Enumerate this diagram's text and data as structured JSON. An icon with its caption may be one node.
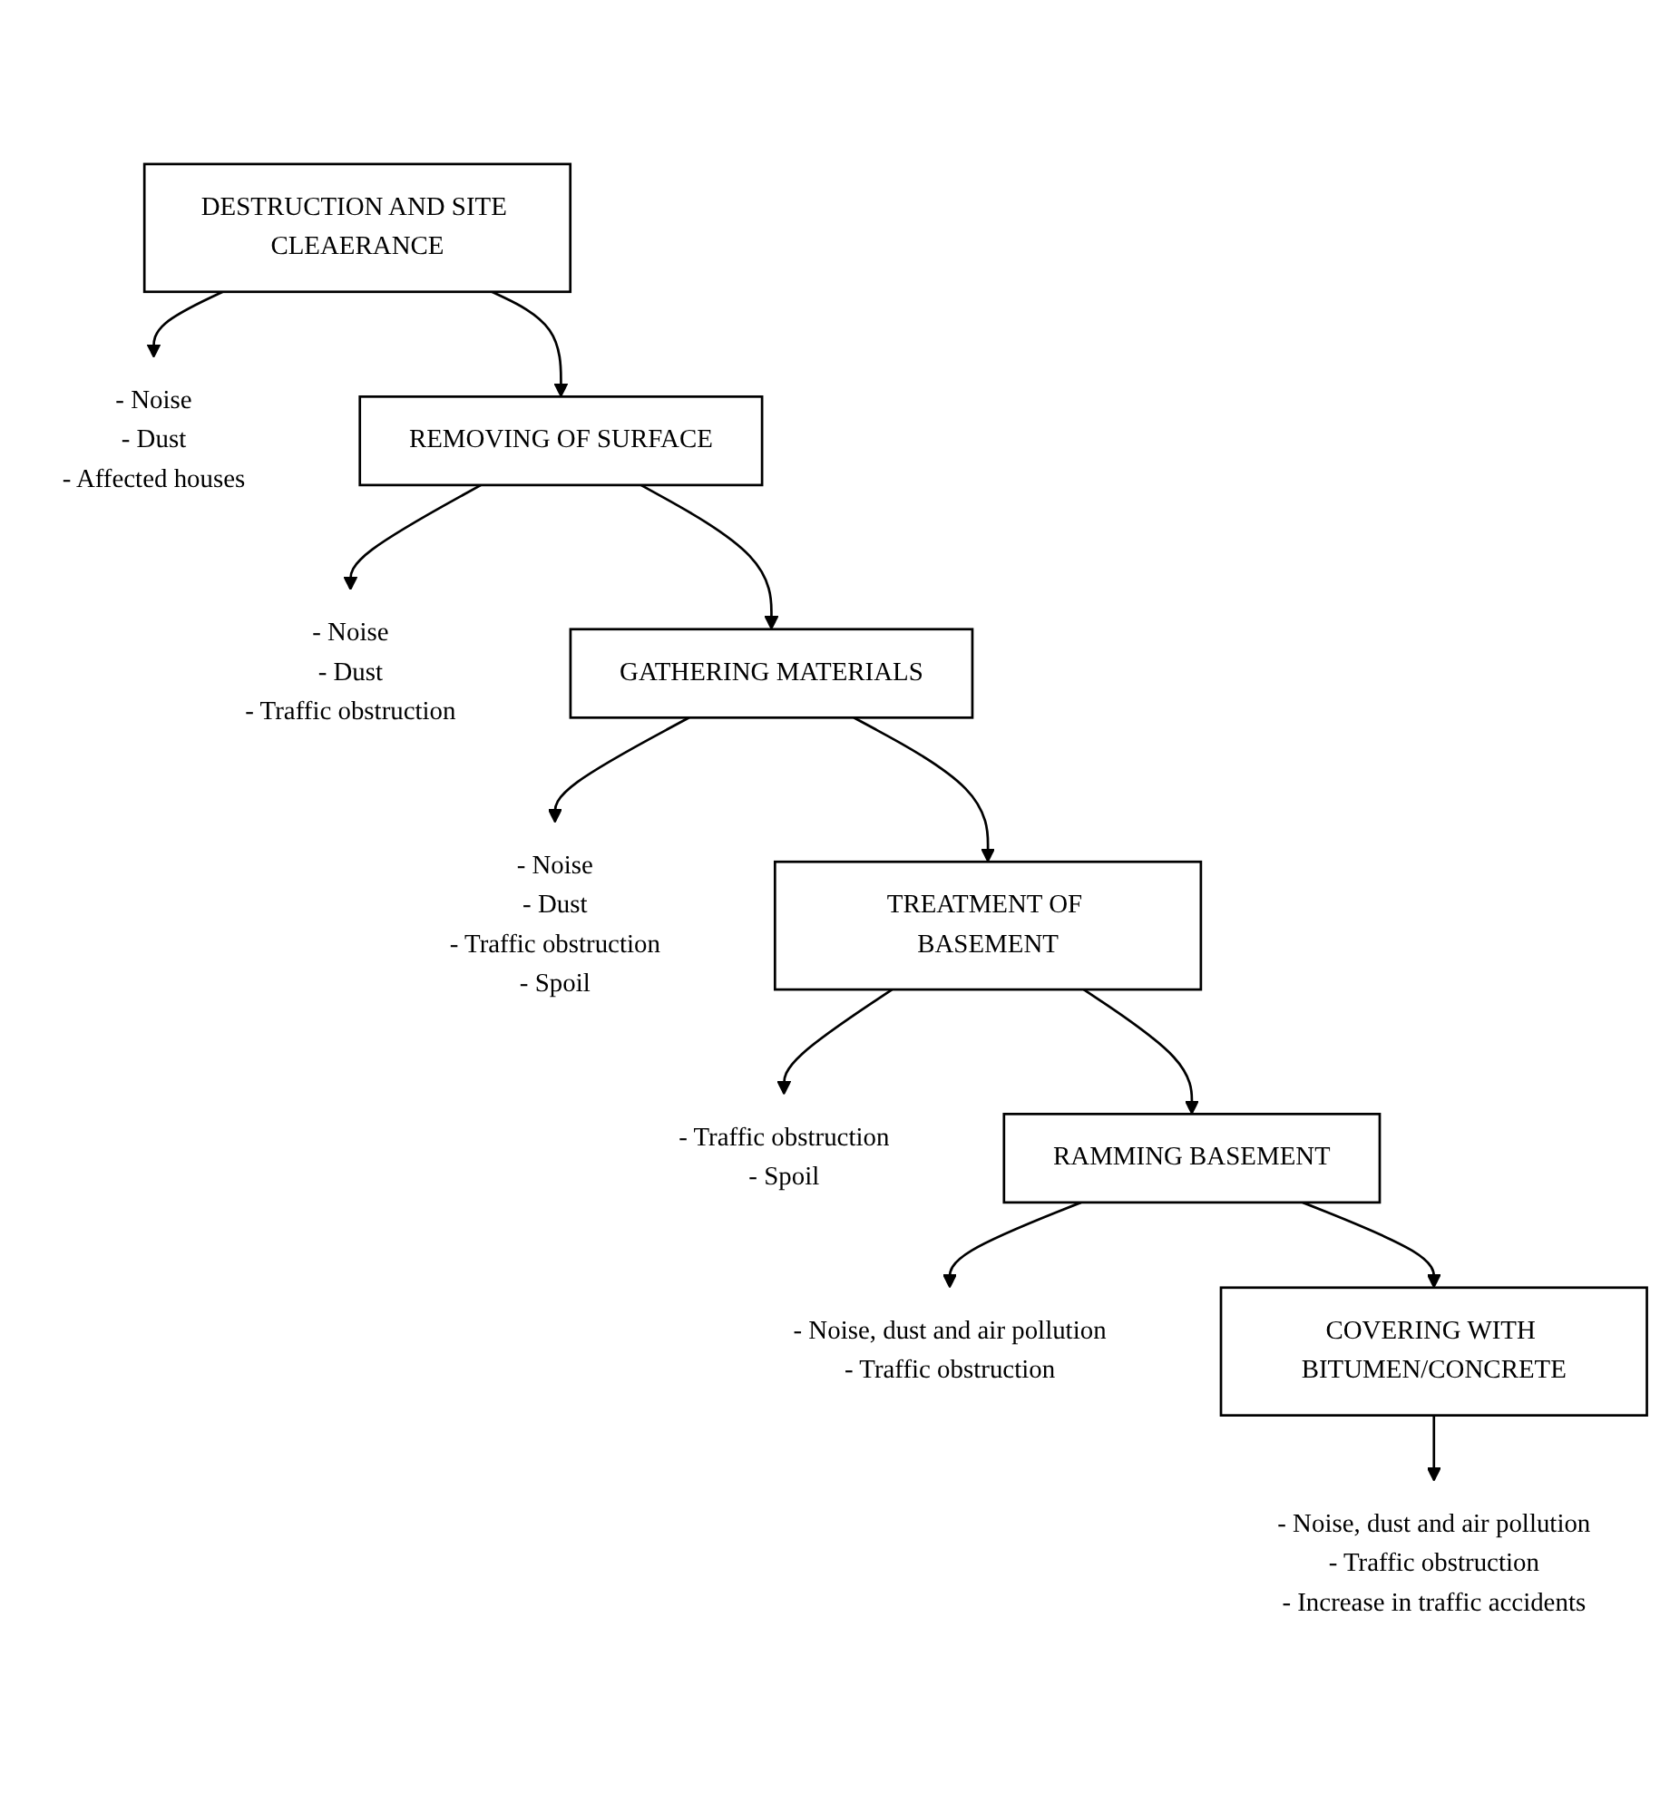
{
  "diagram": {
    "nodes": [
      {
        "text": [
          "DESTRUCTION AND SITE CLEAERANCE"
        ]
      },
      {
        "text": [
          "- Noise",
          "- Dust",
          "- Affected houses"
        ]
      },
      {
        "text": [
          "REMOVING OF SURFACE"
        ]
      },
      {
        "text": [
          "- Noise",
          "- Dust",
          "- Traffic obstruction"
        ]
      },
      {
        "text": [
          "GATHERING MATERIALS"
        ]
      },
      {
        "text": [
          "- Noise",
          "- Dust",
          "- Traffic obstruction",
          "- Spoil"
        ]
      },
      {
        "text": [
          "TREATMENT OF BASEMENT"
        ]
      },
      {
        "text": [
          "- Traffic obstruction",
          "- Spoil"
        ]
      },
      {
        "text": [
          "RAMMING BASEMENT"
        ]
      },
      {
        "text": [
          "- Noise, dust and air pollution",
          "- Traffic obstruction"
        ]
      },
      {
        "text": [
          "COVERING WITH BITUMEN/CONCRETE"
        ]
      },
      {
        "text": [
          "- Noise, dust and air pollution",
          "- Traffic obstruction",
          "- Increase in traffic accidents"
        ]
      }
    ],
    "edges": [
      {
        "from": 0,
        "to": 1,
        "arrow": "to"
      },
      {
        "from": 0,
        "to": 2,
        "arrow": "to"
      },
      {
        "from": 2,
        "to": 3,
        "arrow": "to"
      },
      {
        "from": 2,
        "to": 4,
        "arrow": "to"
      },
      {
        "from": 4,
        "to": 5,
        "arrow": "to"
      },
      {
        "from": 4,
        "to": 6,
        "arrow": "to"
      },
      {
        "from": 6,
        "to": 7,
        "arrow": "to"
      },
      {
        "from": 6,
        "to": 8,
        "arrow": "to"
      },
      {
        "from": 8,
        "to": 9,
        "arrow": "to"
      },
      {
        "from": 8,
        "to": 10,
        "arrow": "to"
      },
      {
        "from": 10,
        "to": 11,
        "arrow": "to"
      }
    ]
  }
}
